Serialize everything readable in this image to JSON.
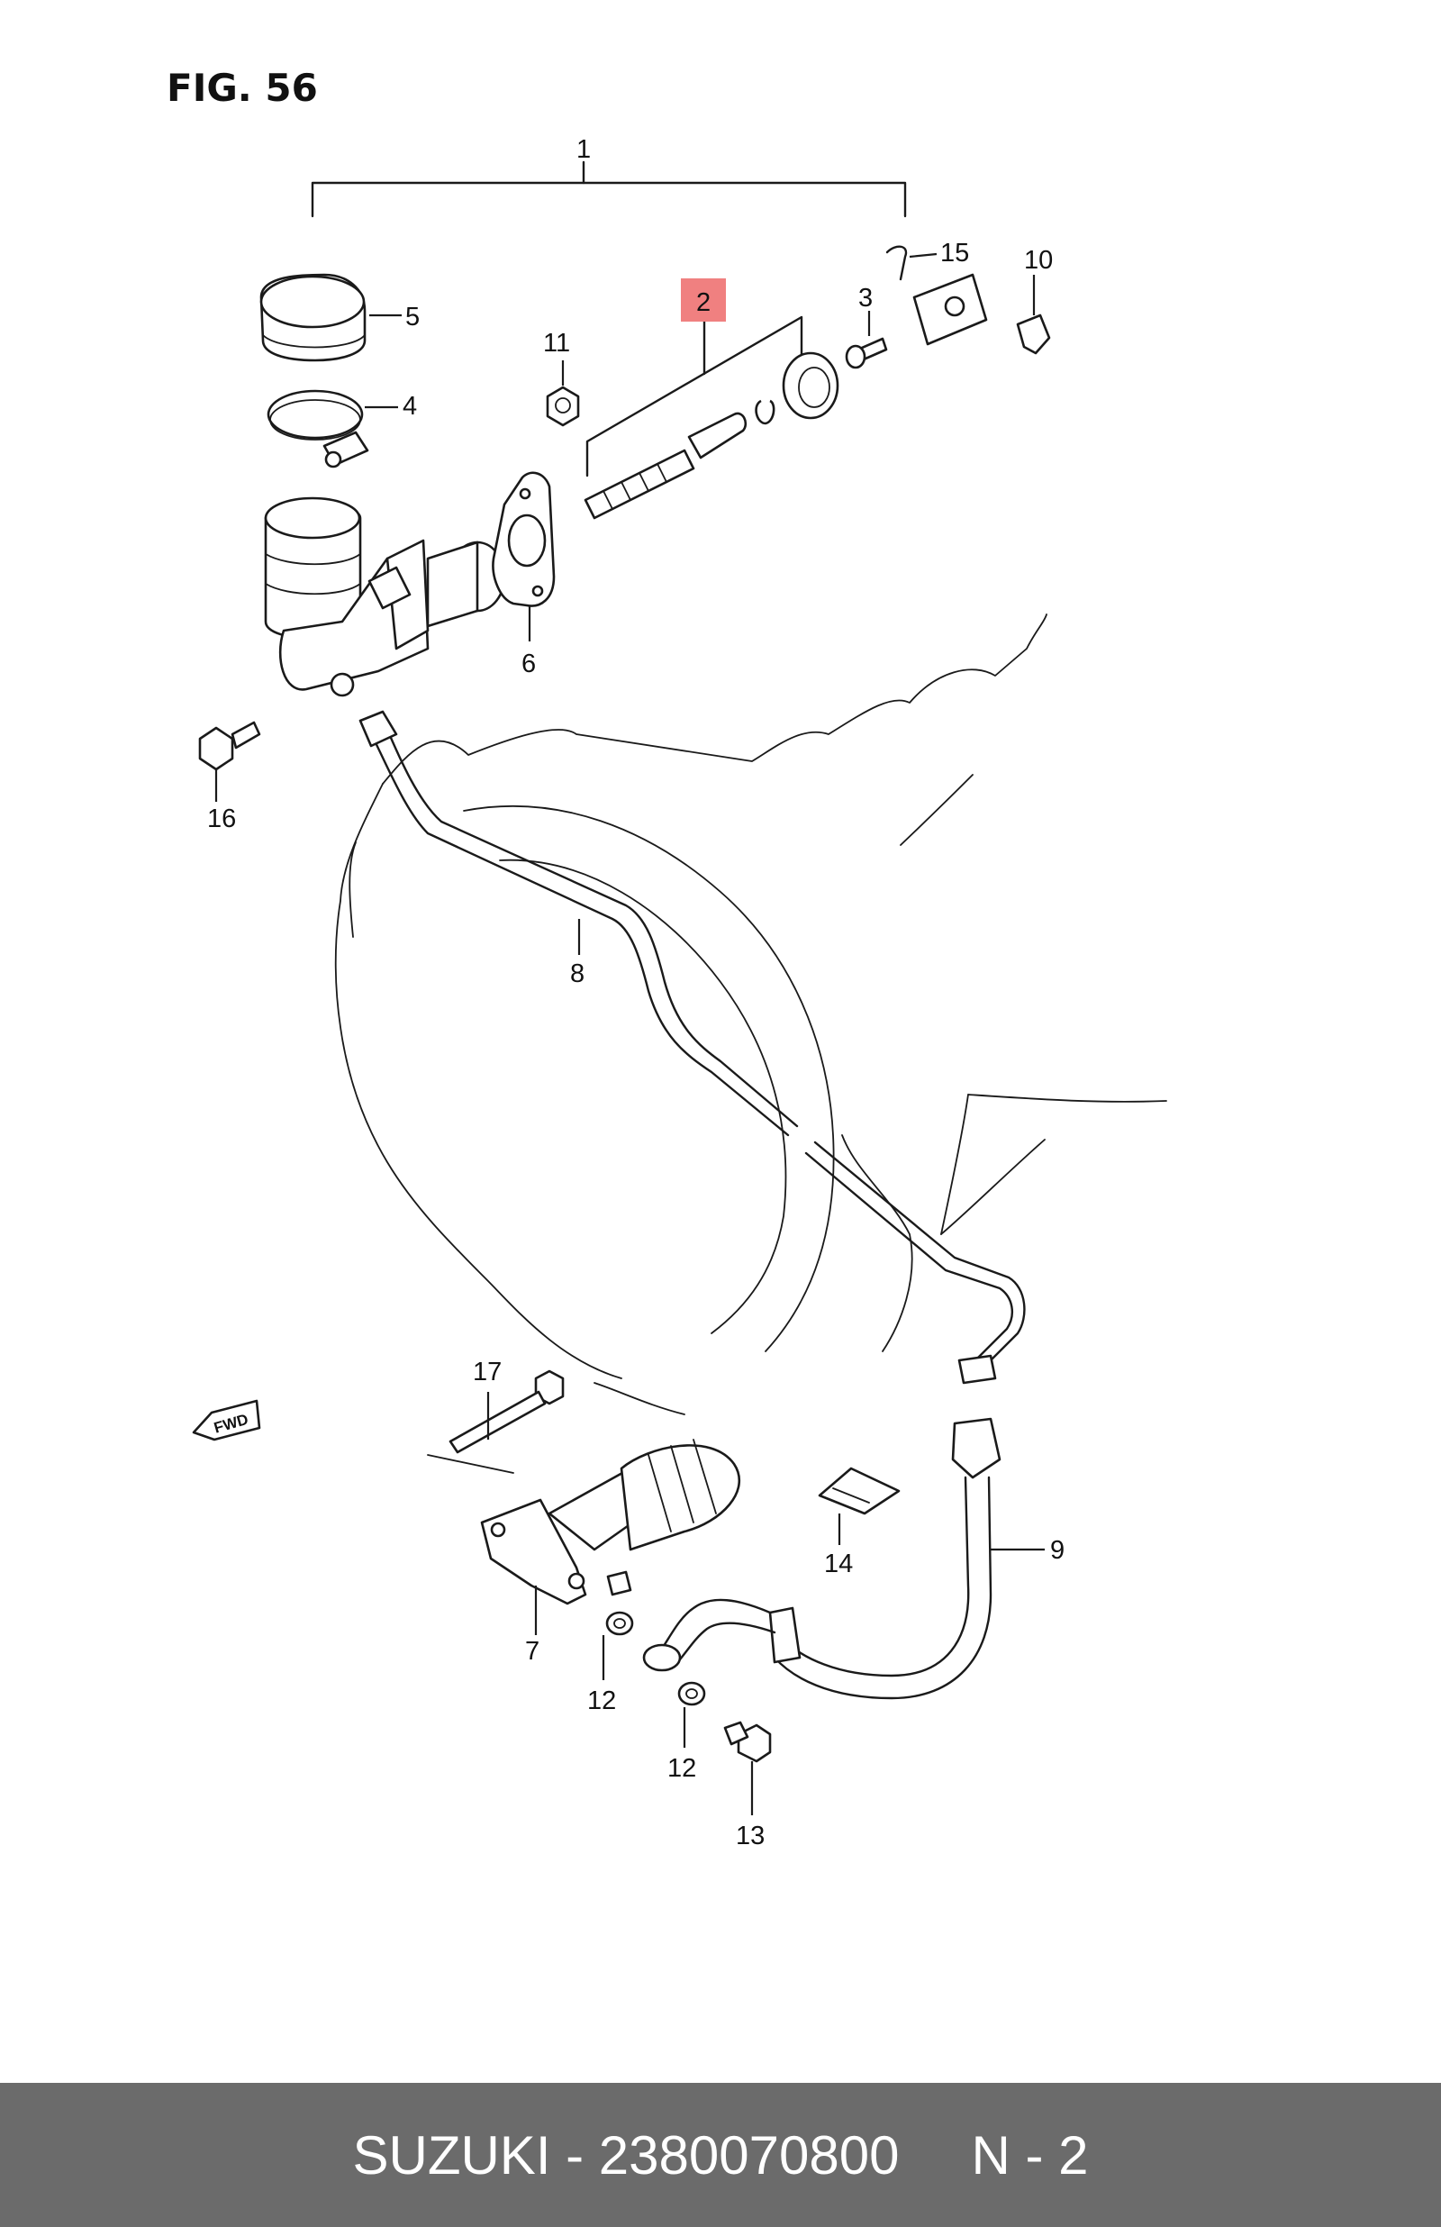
{
  "figure": {
    "title": "FIG. 56"
  },
  "labels": {
    "l1": "1",
    "l2": "2",
    "l3": "3",
    "l4": "4",
    "l5": "5",
    "l6": "6",
    "l7": "7",
    "l8": "8",
    "l9": "9",
    "l10": "10",
    "l11": "11",
    "l12a": "12",
    "l12b": "12",
    "l13": "13",
    "l14": "14",
    "l15": "15",
    "l16": "16",
    "l17": "17"
  },
  "highlight": {
    "part": "2",
    "color": "#f08080"
  },
  "fwd_arrow": {
    "text": "FWD"
  },
  "footer": {
    "brand_part": "SUZUKI - 2380070800",
    "page": "N - 2",
    "background": "#6b6b6b"
  }
}
